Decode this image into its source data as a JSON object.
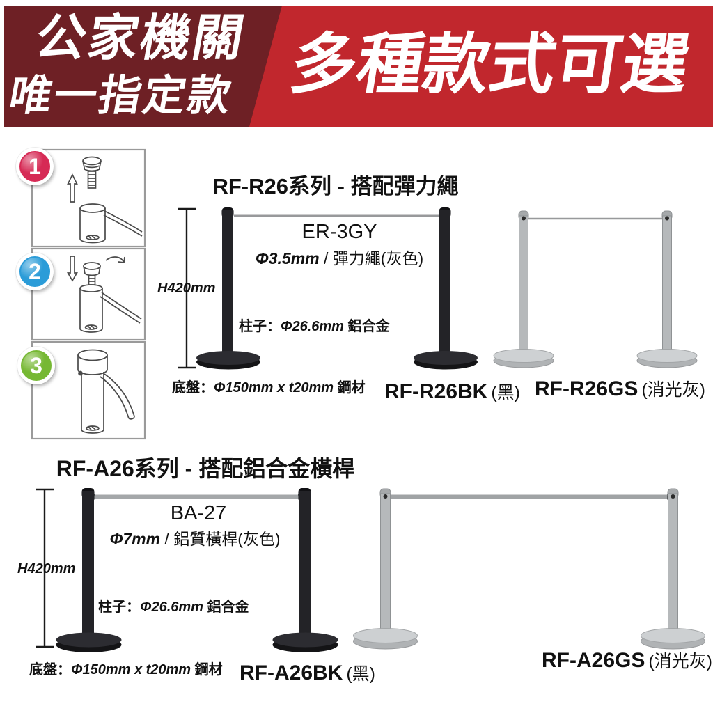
{
  "banner": {
    "dark_bg": "#6e2025",
    "bright_bg": "#c1272d",
    "left_line1": "公家機關",
    "left_line2": "唯一指定款",
    "right_text": "多種款式可選"
  },
  "steps": [
    {
      "number": "1",
      "color": "#d62a55"
    },
    {
      "number": "2",
      "color": "#2b9cd8"
    },
    {
      "number": "3",
      "color": "#76b833"
    }
  ],
  "sections": [
    {
      "heading": "RF-R26系列 - 搭配彈力繩",
      "height_label": "H420mm",
      "connector_model": "ER-3GY",
      "connector_spec_bold": "Φ3.5mm",
      "connector_spec_rest": " / 彈力繩(灰色)",
      "pole_prefix": "柱子：",
      "pole_bold": "Φ26.6mm",
      "pole_rest": " 鋁合金",
      "base_prefix": "底盤：",
      "base_bold": "Φ150mm x t20mm",
      "base_rest": " 鋼材",
      "black_model": "RF-R26BK",
      "black_variant": "(黑)",
      "gray_model": "RF-R26GS",
      "gray_variant": "(消光灰)"
    },
    {
      "heading": "RF-A26系列 - 搭配鋁合金橫桿",
      "height_label": "H420mm",
      "connector_model": "BA-27",
      "connector_spec_bold": "Φ7mm",
      "connector_spec_rest": " / 鋁質橫桿(灰色)",
      "pole_prefix": "柱子：",
      "pole_bold": "Φ26.6mm",
      "pole_rest": " 鋁合金",
      "base_prefix": "底盤：",
      "base_bold": "Φ150mm x t20mm",
      "base_rest": " 鋼材",
      "black_model": "RF-A26BK",
      "black_variant": "(黑)",
      "gray_model": "RF-A26GS",
      "gray_variant": "(消光灰)"
    }
  ]
}
